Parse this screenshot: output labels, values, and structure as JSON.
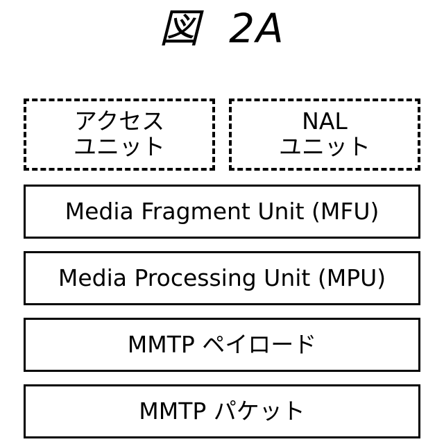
{
  "figure": {
    "title": "図  2A"
  },
  "layers": {
    "access_unit": {
      "line1": "アクセス",
      "line2": "ユニット"
    },
    "nal_unit": {
      "line1": "NAL",
      "line2": "ユニット"
    },
    "mfu": "Media Fragment Unit (MFU)",
    "mpu": "Media Processing Unit (MPU)",
    "mmtp_payload": "MMTP ペイロード",
    "mmtp_packet": "MMTP パケット"
  },
  "colors": {
    "stroke": "#000000",
    "background": "#ffffff"
  }
}
